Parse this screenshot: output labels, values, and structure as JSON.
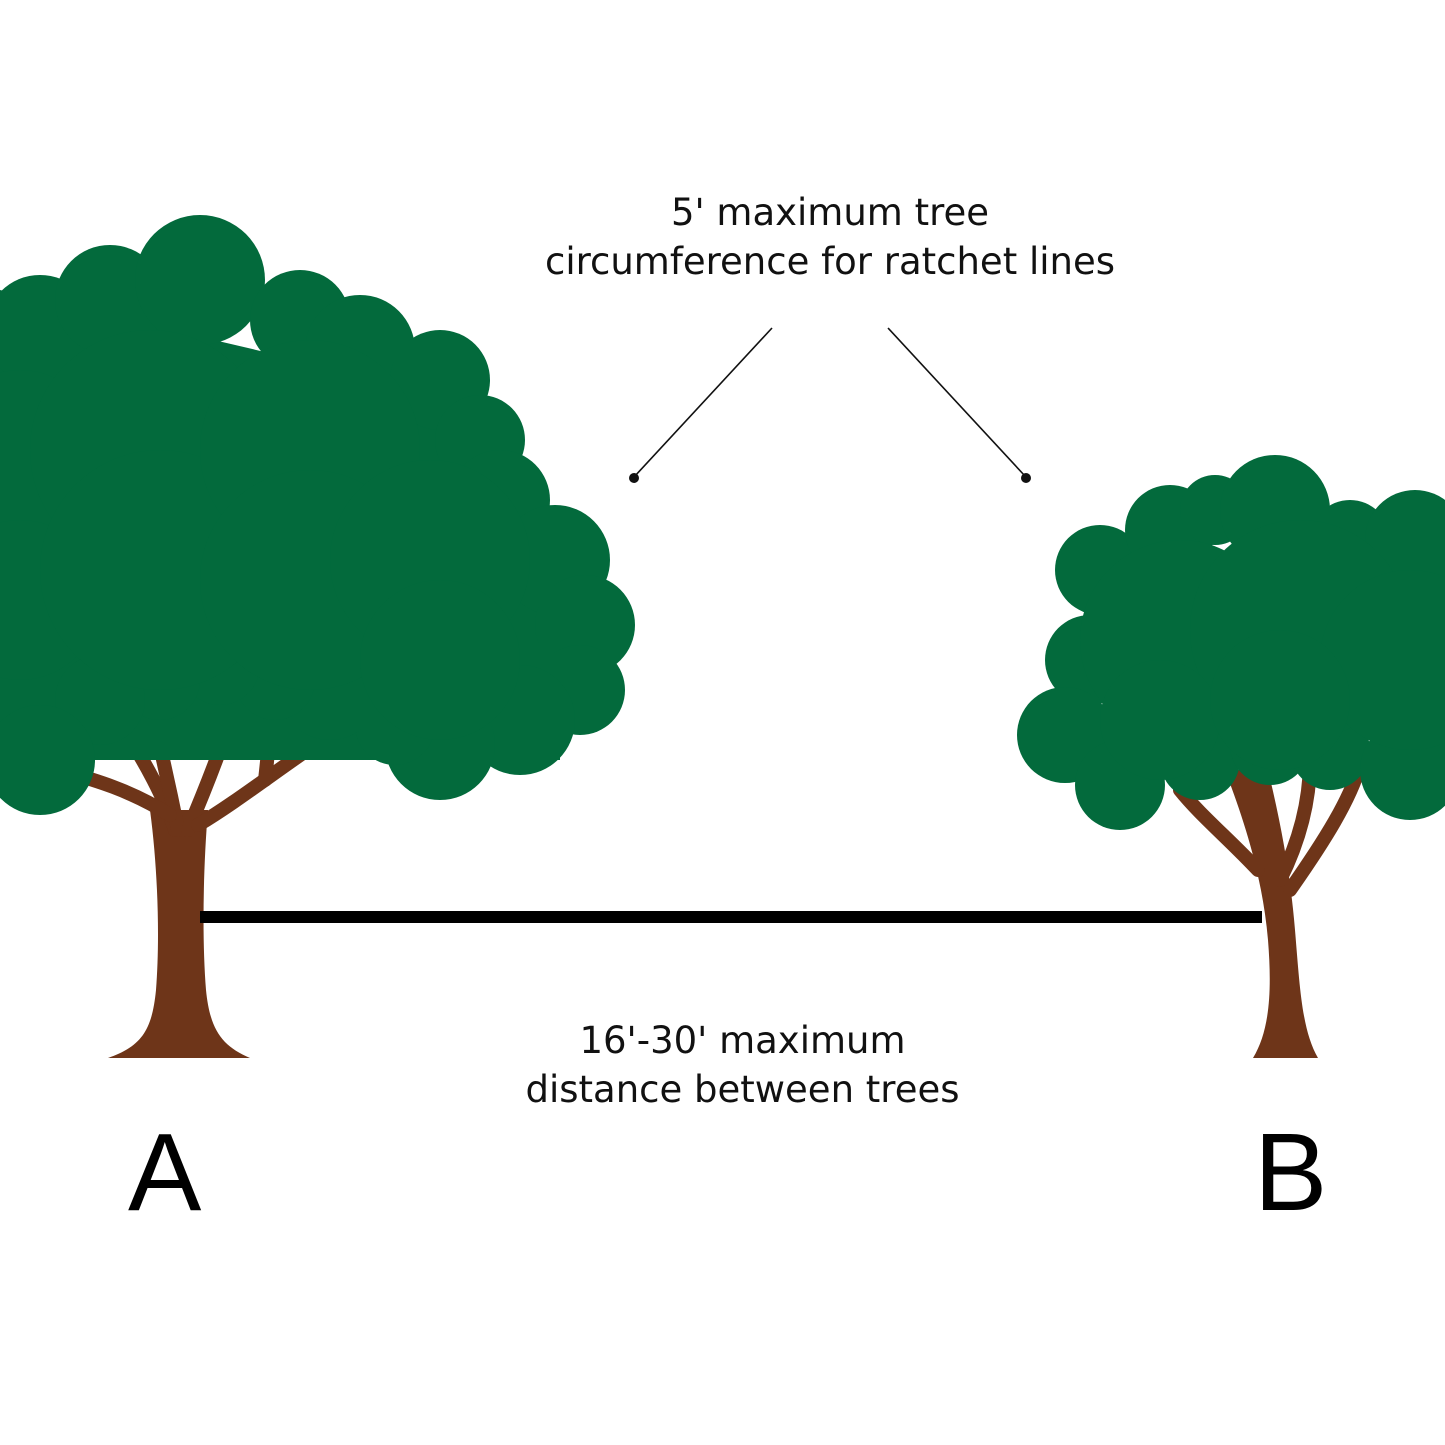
{
  "circumference_note": {
    "line1": "5' maximum tree",
    "line2": "circumference for ratchet lines"
  },
  "distance_note": {
    "line1": "16'-30' maximum",
    "line2": "distance between trees"
  },
  "tree_a": {
    "label": "A"
  },
  "tree_b": {
    "label": "B"
  },
  "colors": {
    "foliage": "#036a3c",
    "trunk": "#6e3519",
    "line": "#000000",
    "text": "#111111"
  }
}
